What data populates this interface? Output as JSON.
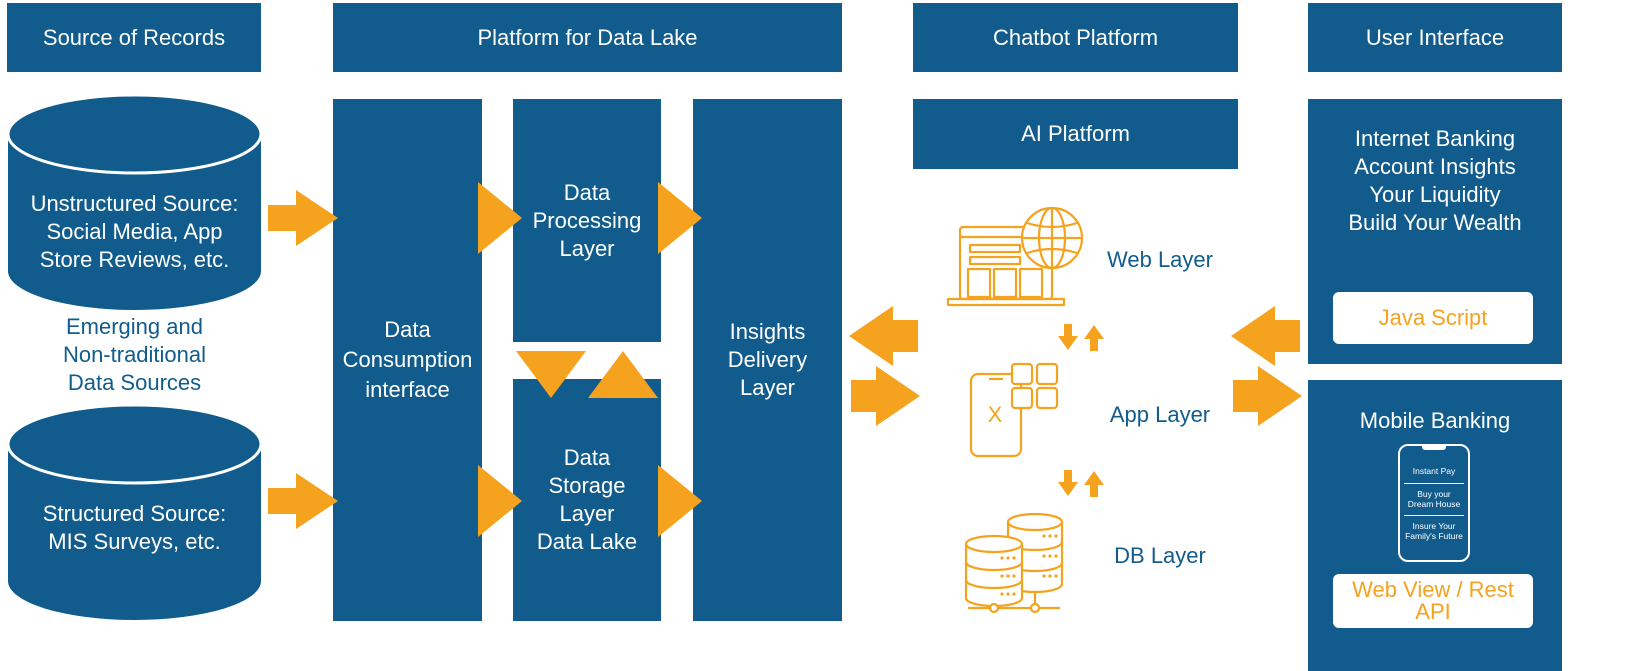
{
  "colors": {
    "primary": "#115c8c",
    "accent": "#f5a21e",
    "background": "#ffffff"
  },
  "headers": {
    "source": "Source of Records",
    "platform": "Platform for Data Lake",
    "chatbot": "Chatbot Platform",
    "ui": "User Interface"
  },
  "sources": {
    "unstructured": [
      "Unstructured Source:",
      "Social Media, App",
      "Store Reviews, etc."
    ],
    "emerging": [
      "Emerging and",
      "Non-traditional",
      "Data Sources"
    ],
    "structured": [
      "Structured Source:",
      "MIS Surveys, etc."
    ]
  },
  "platform": {
    "consumption": [
      "Data",
      "Consumption",
      "interface"
    ],
    "processing": [
      "Data",
      "Processing",
      "Layer"
    ],
    "storage": [
      "Data",
      "Storage",
      "Layer",
      "Data Lake"
    ],
    "insights": [
      "Insights",
      "Delivery",
      "Layer"
    ]
  },
  "chatbot": {
    "ai_platform": "AI Platform",
    "web_layer": "Web Layer",
    "app_layer": "App Layer",
    "db_layer": "DB Layer",
    "icons": [
      "web-globe-icon",
      "mobile-app-icon",
      "database-server-icon"
    ]
  },
  "ui": {
    "internet_banking": [
      "Internet Banking",
      "Account Insights",
      "Your Liquidity",
      "Build Your Wealth"
    ],
    "java_script": "Java Script",
    "mobile_banking": "Mobile Banking",
    "phone_items": [
      [
        "Instant Pay"
      ],
      [
        "Buy your",
        "Dream House"
      ],
      [
        "Insure Your",
        "Family's Future"
      ]
    ],
    "web_view": [
      "Web View / Rest",
      "API"
    ]
  }
}
